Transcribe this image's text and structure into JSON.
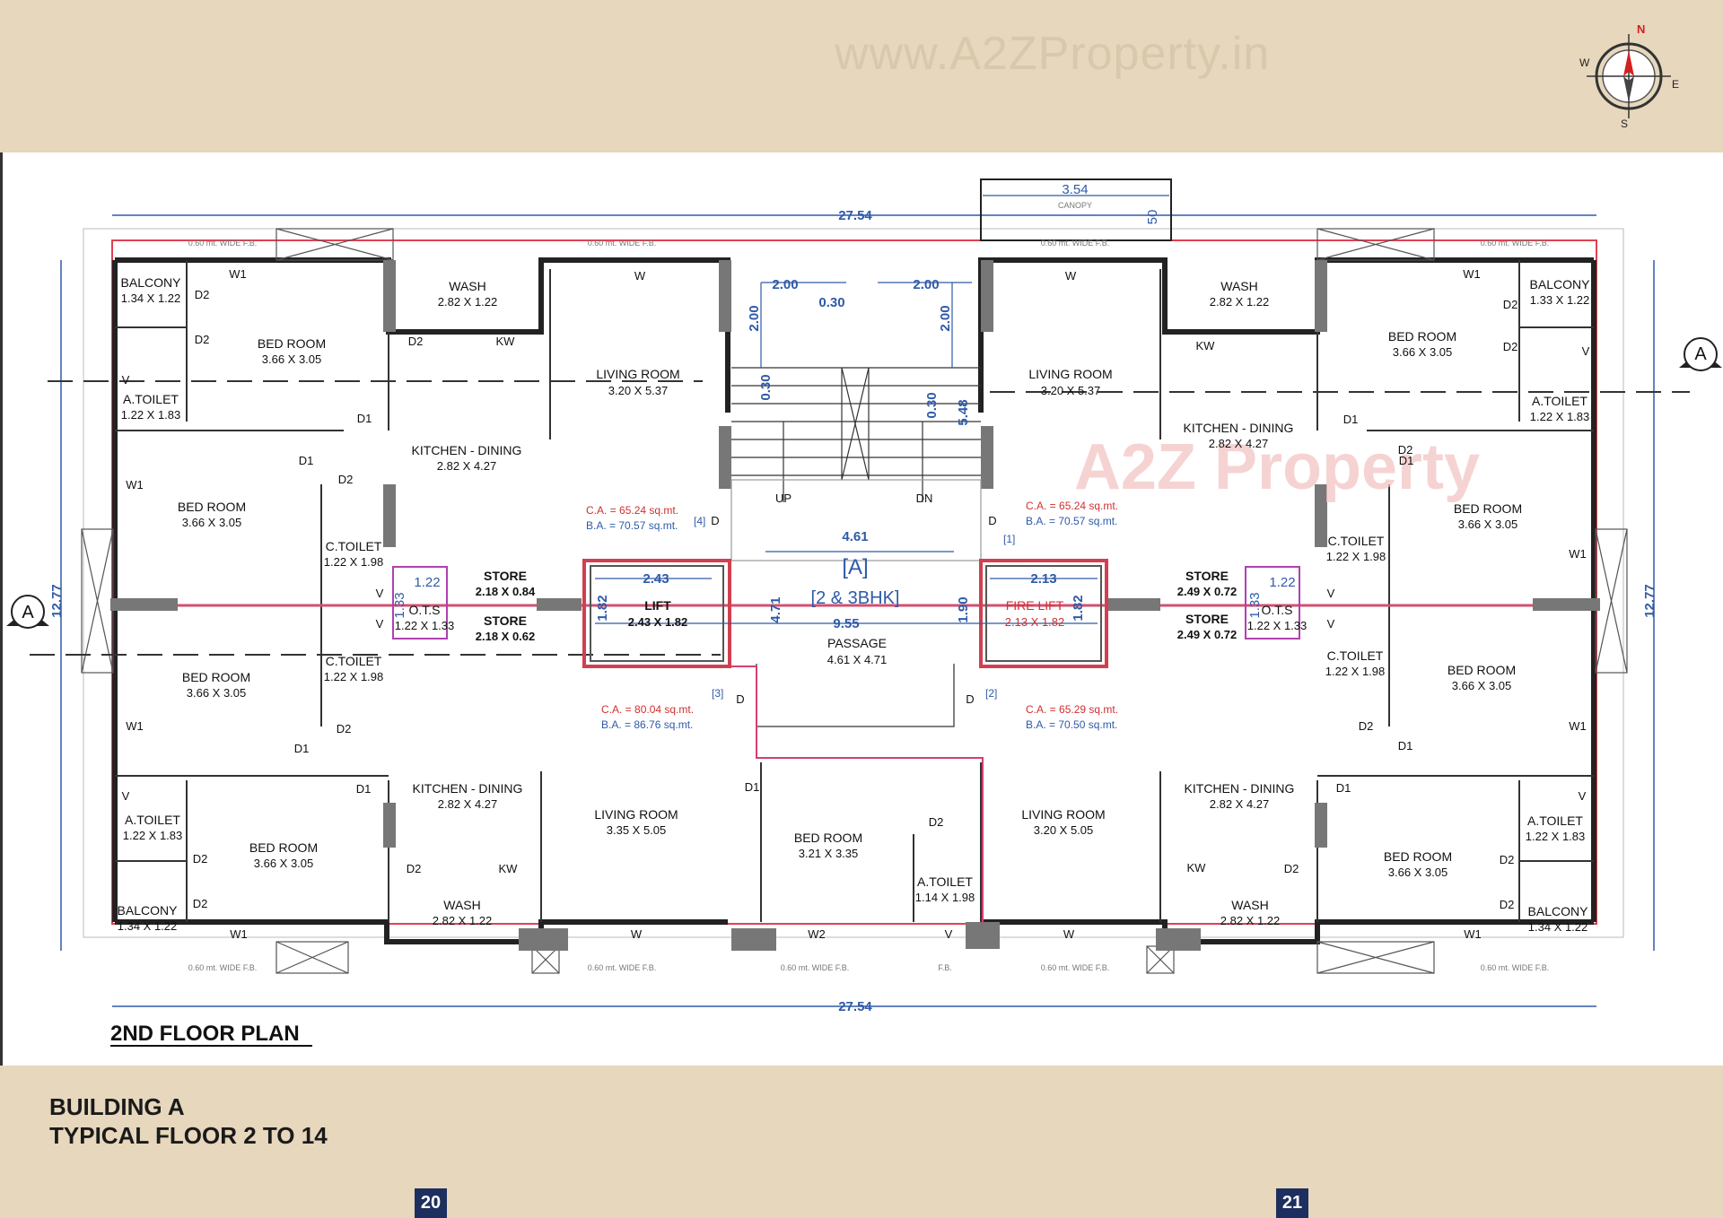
{
  "watermark": "www.A2ZProperty.in",
  "logo_watermark": "A2Z Property",
  "compass": {
    "n": "N",
    "s": "S",
    "e": "E",
    "w": "W"
  },
  "plan_title": "2ND FLOOR PLAN",
  "building_title": {
    "line1": "BUILDING A",
    "line2": "TYPICAL FLOOR 2 TO 14"
  },
  "pages": {
    "left": "20",
    "right": "21"
  },
  "section_marker": "A",
  "core": {
    "block": "[A]",
    "type": "[2 & 3BHK]",
    "passage_name": "PASSAGE",
    "passage_size": "4.61 X 4.71",
    "lift_name": "LIFT",
    "lift_size": "2.43 X 1.82",
    "fire_lift_name": "FIRE LIFT",
    "fire_lift_size": "2.13 X 1.82",
    "up": "UP",
    "dn": "DN"
  },
  "dims": {
    "overall_top": "27.54",
    "overall_bottom": "27.54",
    "overall_left": "12.77",
    "overall_right": "12.77",
    "canopy": "3.54",
    "canopy_label": "CANOPY",
    "canopy_depth": "50",
    "stair_w1": "2.00",
    "stair_w2": "2.00",
    "stair_gap": "0.30",
    "stair_h1": "2.00",
    "stair_h2": "2.00",
    "landing1": "0.30",
    "landing2": "0.30",
    "core_h": "5.48",
    "passage_w": "4.61",
    "lift_w": "2.43",
    "lift_h": "1.82",
    "fire_w": "2.13",
    "fire_h": "1.82",
    "core_total": "9.55",
    "passage_h": "4.71",
    "lobby_h": "1.90",
    "ots_w_l": "1.22",
    "ots_h_l": "1.33",
    "ots_w_r": "1.22",
    "ots_h_r": "1.33",
    "fb": "0.60 mt. WIDE F.B.",
    "fb_short": "F.B."
  },
  "flats": [
    {
      "tag": "[4]",
      "ca": "C.A. = 65.24 sq.mt.",
      "ba": "B.A. = 70.57 sq.mt."
    },
    {
      "tag": "[1]",
      "ca": "C.A. = 65.24 sq.mt.",
      "ba": "B.A. = 70.57 sq.mt."
    },
    {
      "tag": "[3]",
      "ca": "C.A. = 80.04 sq.mt.",
      "ba": "B.A. = 86.76 sq.mt."
    },
    {
      "tag": "[2]",
      "ca": "C.A. = 65.29 sq.mt.",
      "ba": "B.A. = 70.50 sq.mt."
    }
  ],
  "rooms": [
    {
      "name": "BALCONY",
      "size": "1.34 X 1.22"
    },
    {
      "name": "BED ROOM",
      "size": "3.66 X 3.05"
    },
    {
      "name": "WASH",
      "size": "2.82 X 1.22"
    },
    {
      "name": "LIVING ROOM",
      "size": "3.20 X 5.37"
    },
    {
      "name": "A.TOILET",
      "size": "1.22 X 1.83"
    },
    {
      "name": "KITCHEN - DINING",
      "size": "2.82 X 4.27"
    },
    {
      "name": "BED ROOM",
      "size": "3.66 X 3.05"
    },
    {
      "name": "C.TOILET",
      "size": "1.22 X 1.98"
    },
    {
      "name": "STORE",
      "size": "2.18 X 0.84"
    },
    {
      "name": "STORE",
      "size": "2.18 X 0.62"
    },
    {
      "name": "O.T.S",
      "size": "1.22 X 1.33"
    },
    {
      "name": "BED ROOM",
      "size": "3.66 X 3.05"
    },
    {
      "name": "C.TOILET",
      "size": "1.22 X 1.98"
    },
    {
      "name": "A.TOILET",
      "size": "1.22 X 1.83"
    },
    {
      "name": "BED ROOM",
      "size": "3.66 X 3.05"
    },
    {
      "name": "BALCONY",
      "size": "1.34 X 1.22"
    },
    {
      "name": "KITCHEN - DINING",
      "size": "2.82 X 4.27"
    },
    {
      "name": "WASH",
      "size": "2.82 X 1.22"
    },
    {
      "name": "LIVING ROOM",
      "size": "3.35 X 5.05"
    },
    {
      "name": "BED ROOM",
      "size": "3.21 X 3.35"
    },
    {
      "name": "A.TOILET",
      "size": "1.14 X 1.98"
    },
    {
      "name": "LIVING ROOM",
      "size": "3.20 X 5.05"
    },
    {
      "name": "KITCHEN - DINING",
      "size": "2.82 X 4.27"
    },
    {
      "name": "WASH",
      "size": "2.82 X 1.22"
    },
    {
      "name": "BED ROOM",
      "size": "3.66 X 3.05"
    },
    {
      "name": "A.TOILET",
      "size": "1.22 X 1.83"
    },
    {
      "name": "BALCONY",
      "size": "1.34 X 1.22"
    },
    {
      "name": "BED ROOM",
      "size": "3.66 X 3.05"
    },
    {
      "name": "C.TOILET",
      "size": "1.22 X 1.98"
    },
    {
      "name": "STORE",
      "size": "2.49 X 0.72"
    },
    {
      "name": "STORE",
      "size": "2.49 X 0.72"
    },
    {
      "name": "O.T.S",
      "size": "1.22 X 1.33"
    },
    {
      "name": "C.TOILET",
      "size": "1.22 X 1.98"
    },
    {
      "name": "BED ROOM",
      "size": "3.66 X 3.05"
    },
    {
      "name": "KITCHEN - DINING",
      "size": "2.82 X 4.27"
    },
    {
      "name": "LIVING ROOM",
      "size": "3.20 X 5.37"
    },
    {
      "name": "WASH",
      "size": "2.82 X 1.22"
    },
    {
      "name": "BED ROOM",
      "size": "3.66 X 3.05"
    },
    {
      "name": "BALCONY",
      "size": "1.33 X 1.22"
    },
    {
      "name": "A.TOILET",
      "size": "1.22 X 1.83"
    }
  ],
  "doors": {
    "w": "W",
    "w1": "W1",
    "w2": "W2",
    "d": "D",
    "d1": "D1",
    "d2": "D2",
    "v": "V",
    "kw": "KW"
  }
}
